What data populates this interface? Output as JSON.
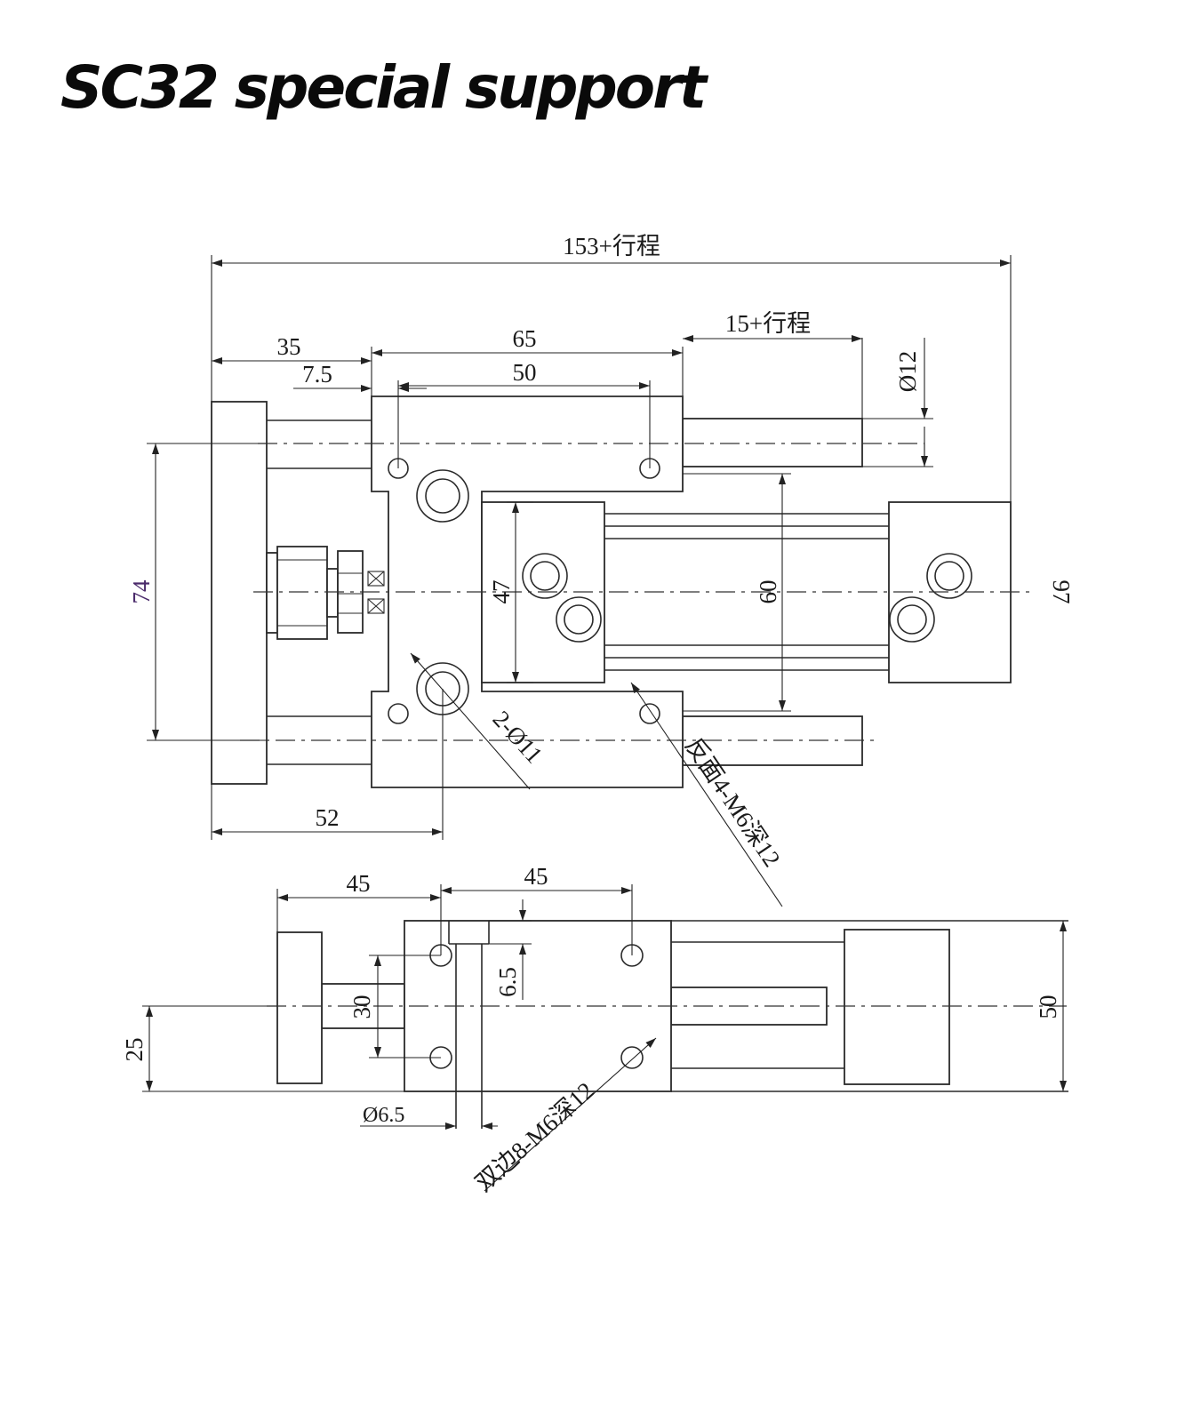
{
  "title": "SC32 special support",
  "dims": {
    "overall_length": "153+行程",
    "d35": "35",
    "d65": "65",
    "stroke15": "15+行程",
    "d7_5": "7.5",
    "d50_top": "50",
    "rod_dia": "Ø12",
    "d74": "74",
    "d47": "47",
    "d60": "60",
    "d97": "97",
    "holes_2": "2-Ø11",
    "back_holes": "反面4-M6深12",
    "d52": "52",
    "d45_left": "45",
    "d45_right": "45",
    "d30": "30",
    "d6_5": "6.5",
    "d25": "25",
    "d50_side": "50",
    "dia6_5": "Ø6.5",
    "both_sides": "双边8-M6深12"
  }
}
